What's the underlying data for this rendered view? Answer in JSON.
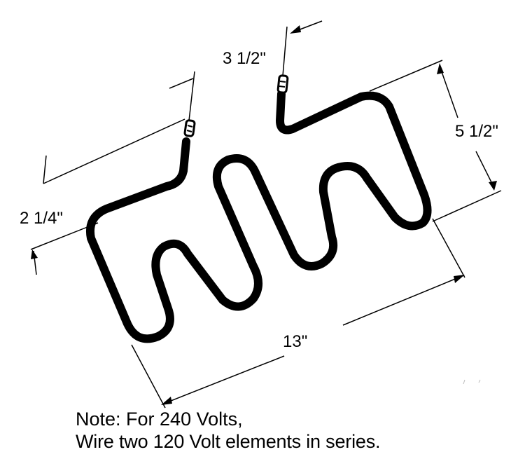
{
  "dimensions": {
    "terminal_offset": "3 1/2\"",
    "height": "5 1/2\"",
    "terminal_spacing": "2 1/4\"",
    "length": "13\""
  },
  "note": {
    "line1": "Note: For 240 Volts,",
    "line2": "Wire two 120 Volt elements in series."
  },
  "colors": {
    "ink": "#000000",
    "background": "#ffffff"
  }
}
